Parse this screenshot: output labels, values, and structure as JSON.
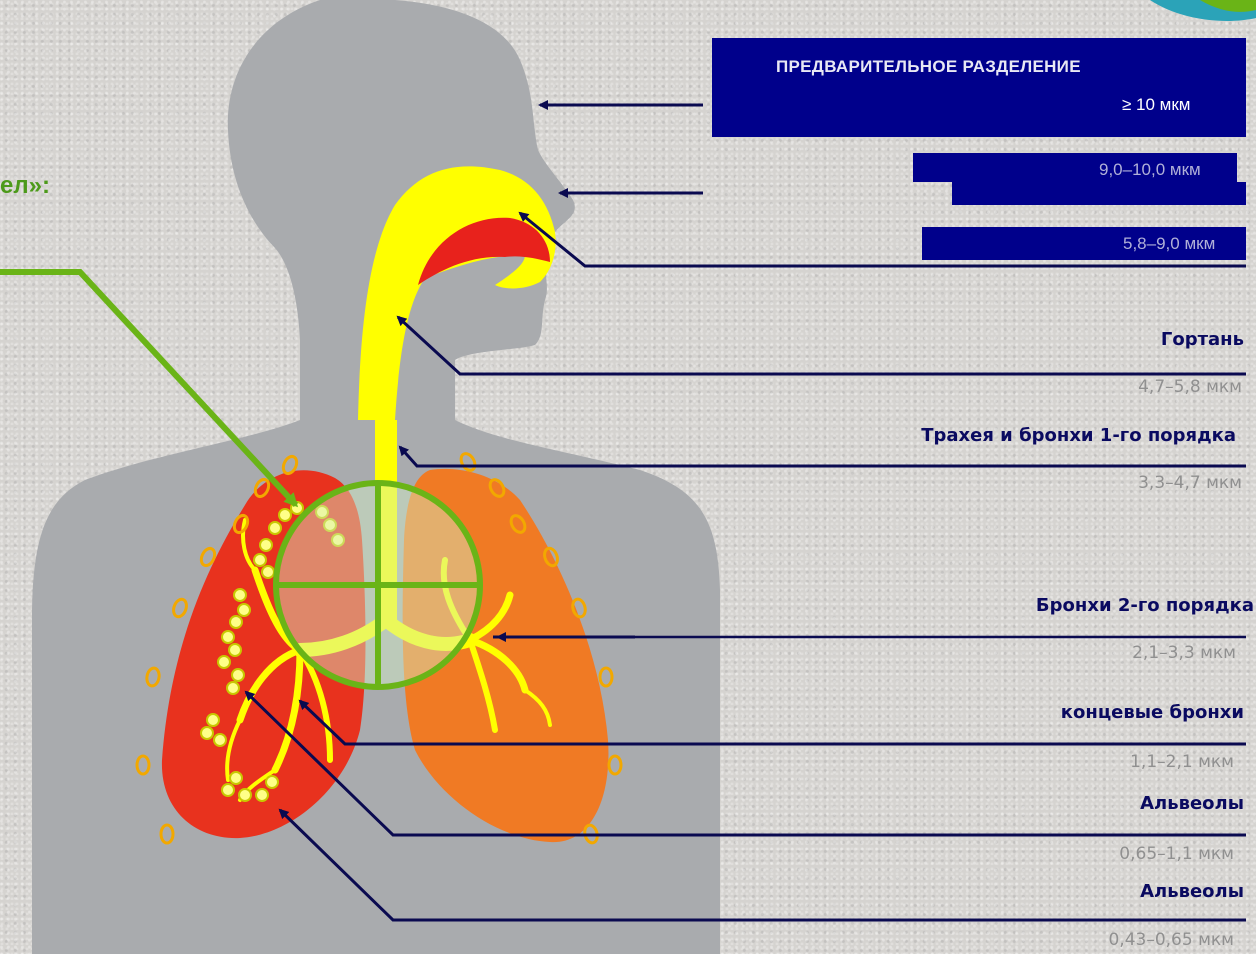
{
  "partial_heading": "ел»:",
  "boxes": {
    "separation_title": "ПРЕДВАРИТЕЛЬНОЕ РАЗДЕЛЕНИЕ",
    "separation_size": "≥ 10 мкм",
    "size_2": "9,0–10,0 мкм",
    "size_3": "5,8–9,0 мкм"
  },
  "labels": [
    {
      "organ": "Гортань",
      "size": "4,7–5,8 мкм"
    },
    {
      "organ": "Трахея и бронхи 1-го порядка",
      "size": "3,3–4,7 мкм"
    },
    {
      "organ": "Бронхи 2-го порядка",
      "size": "2,1–3,3 мкм"
    },
    {
      "organ": "концевые бронхи",
      "size": "1,1–2,1 мкм"
    },
    {
      "organ": "Альвеолы",
      "size": "0,65–1,1 мкм"
    },
    {
      "organ": "Альвеолы",
      "size": "0,43–0,65 мкм"
    }
  ],
  "colors": {
    "body": "#a9abae",
    "airway": "#ffff00",
    "nasal": "#e8221c",
    "left_lung": "#e8321e",
    "right_lung": "#f07a24",
    "navy": "#00008b",
    "green": "#6ab417"
  }
}
